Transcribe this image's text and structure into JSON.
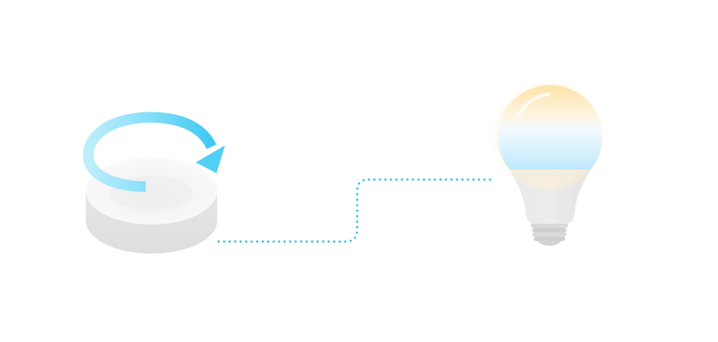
{
  "diagram": {
    "nodes": [
      {
        "id": "dimmer",
        "icon": "rotary-dimmer-knob-icon"
      },
      {
        "id": "bulb",
        "icon": "tunable-white-bulb-icon"
      }
    ],
    "connection": {
      "style": "dotted",
      "from": "dimmer",
      "to": "bulb"
    },
    "rotation_indicator": {
      "direction": "clockwise",
      "icon": "rotate-arrow-icon"
    }
  },
  "colors": {
    "background": "#ffffff",
    "connector": "#35c7ea",
    "arrow": "#4fd0f4",
    "device_top": "#f5f5f5",
    "device_side": "#e3e3e3",
    "bulb_warm": "#fde6b0",
    "bulb_cool": "#c9ecfc",
    "bulb_body": "#e6e6e6"
  }
}
